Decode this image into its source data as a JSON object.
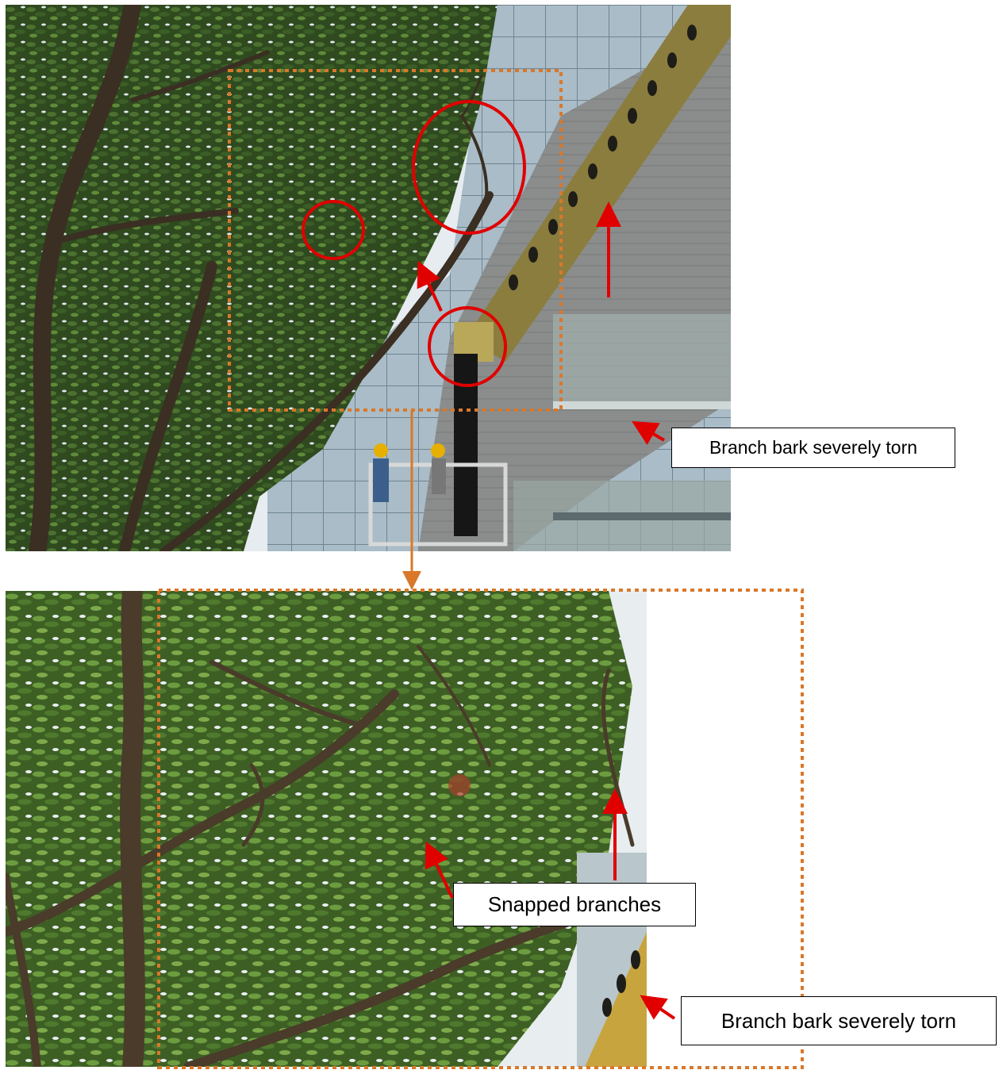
{
  "annotations": {
    "top_label": "Branch bark severely torn",
    "snapped_label": "Snapped branches",
    "bottom_label": "Branch bark severely torn"
  },
  "colors": {
    "callout_arrow": "#e00000",
    "highlight_circle": "#e00000",
    "crop_frame": "#d9782a",
    "foliage_dark": "#2f4a1f",
    "foliage_light": "#5c8a36",
    "sky": "#e8eef3",
    "building_glass": "#9fb3bf",
    "beam": "#8a7a3a",
    "scaffold_net": "#8d8f8f"
  },
  "images": {
    "top": "tree canopy beside construction site with crane boom and workers",
    "bottom": "enlarged view of tree canopy with snapped branches"
  }
}
